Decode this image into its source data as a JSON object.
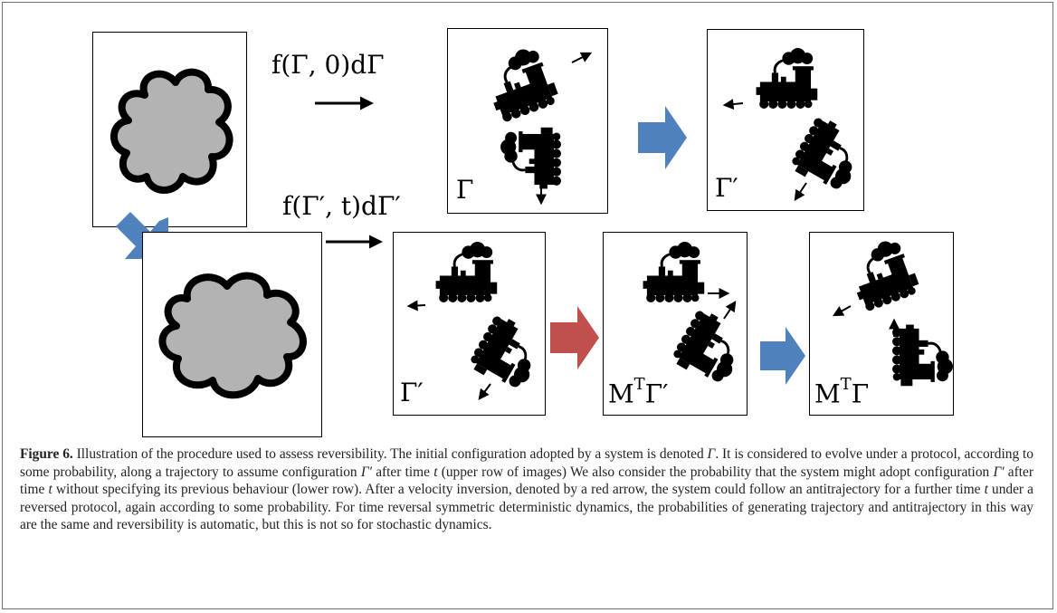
{
  "figure": {
    "caption": {
      "label": "Figure 6.",
      "s1": "Illustration of the procedure used to assess reversibility. The initial configuration adopted by a system is denoted ",
      "sym1": "Γ",
      "s2": ". It is considered to evolve under a protocol, according to some probability, along a trajectory to assume configuration ",
      "sym2": "Γ′",
      "s3": " after time ",
      "t1": "t",
      "s4": " (upper row of images)  We also consider the probability that the system might adopt configuration ",
      "sym3": "Γ′",
      "s5": " after time ",
      "t2": "t",
      "s6": " without specifying its previous behaviour (lower row). After a velocity inversion, denoted by a red arrow, the system could follow an antitrajectory for a further time ",
      "t3": "t",
      "s7": " under a reversed protocol, again according to some probability. For time reversal symmetric deterministic dynamics, the probabilities of generating trajectory and antitrajectory in this way are the same and reversibility is automatic, but this is not so for stochastic dynamics."
    },
    "math_top": "f(Γ, 0)dΓ",
    "math_bottom": "f(Γ′, t)dΓ′",
    "labels": {
      "p1": "Γ",
      "p2": "Γ′",
      "p3": "Γ′",
      "p4_base": "M",
      "p4_sup": "T",
      "p4_rest": "Γ′",
      "p5_base": "M",
      "p5_sup": "T",
      "p5_rest": "Γ"
    },
    "colors": {
      "blue_arrow": "#4f81bd",
      "red_arrow": "#c0504d",
      "cloud_fill": "#b3b3b3"
    }
  }
}
